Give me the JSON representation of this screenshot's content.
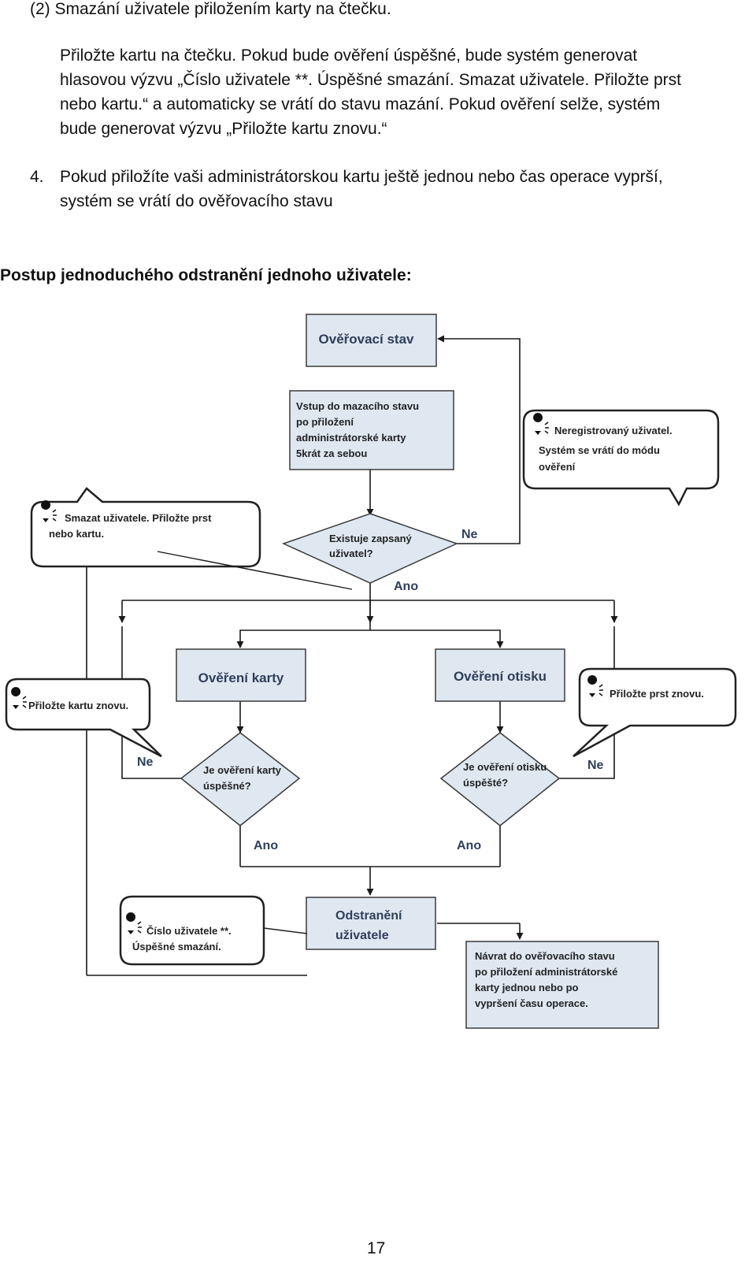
{
  "text": {
    "item2": "(2)  Smazání uživatele přiložením karty na čtečku.",
    "para1": [
      "Přiložte kartu na čtečku. Pokud bude ověření úspěšné, bude systém generovat",
      "hlasovou výzvu „Číslo uživatele **. Úspěšné smazání. Smazat uživatele. Přiložte prst",
      "nebo kartu.“ a automaticky se vrátí do stavu mazání. Pokud ověření selže, systém",
      "bude generovat výzvu „Přiložte kartu znovu.“"
    ],
    "item4_num": "4.",
    "item4": [
      "Pokud přiložíte vaši administrátorskou kartu ještě jednou nebo čas operace vyprší,",
      "systém se vrátí do ověřovacího stavu"
    ],
    "heading": "Postup jednoduchého odstranění jednoho uživatele:",
    "page_number": "17"
  },
  "flowchart": {
    "verify_state": "Ověřovací stav",
    "enter_delete": [
      "Vstup do mazacího stavu",
      "po přiložení",
      "administrátorské karty",
      "5krát za sebou"
    ],
    "unregistered": [
      "Neregistrovaný uživatel.",
      "Systém se vrátí do módu",
      "ověření"
    ],
    "delete_prompt": [
      "Smazat uživatele. Přiložte prst",
      "nebo kartu."
    ],
    "exists_q": [
      "Existuje zapsaný",
      "uživatel?"
    ],
    "no": "Ne",
    "yes": "Ano",
    "card_verify": "Ověření karty",
    "finger_verify": "Ověření otisku",
    "card_again": "Přiložte kartu znovu.",
    "finger_again": "Přiložte prst znovu.",
    "card_q": [
      "Je ověření karty",
      "úspěšné?"
    ],
    "finger_q": [
      "Je ověření otisku",
      "úspěšté?"
    ],
    "delete_user": [
      "Odstranění",
      "uživatele"
    ],
    "user_deleted": [
      "Číslo uživatele **.",
      "Úspěšné smazání."
    ],
    "return_note": [
      "Návrat do ověřovacího stavu",
      "po přiložení administrátorské",
      "karty jednou nebo po",
      "vypršení času operace."
    ],
    "colors": {
      "box_fill": "#dfe7f1",
      "box_stroke": "#3a3a3a",
      "arrow": "#1a1a1a"
    }
  }
}
